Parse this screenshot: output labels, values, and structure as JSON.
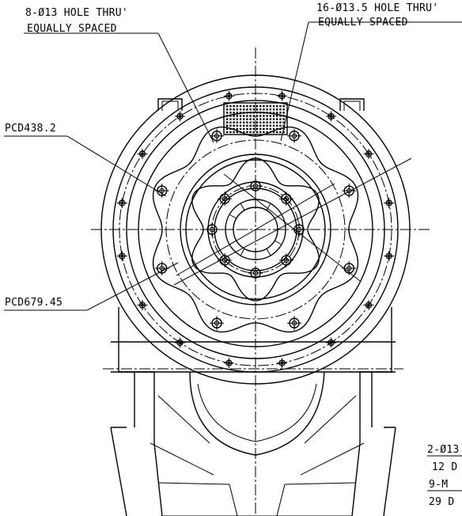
{
  "annotations": {
    "hole_8": "8-Ø13 HOLE THRU'",
    "hole_8_spacing": "EQUALLY SPACED",
    "hole_16": "16-Ø13.5 HOLE THRU'",
    "hole_16_spacing": "EQUALLY SPACED",
    "pcd_inner": "PCD438.2",
    "pcd_outer": "PCD679.45",
    "note_1": "2-Ø13",
    "note_2": "12 D",
    "note_3": "9-M",
    "note_4": "29 D"
  }
}
